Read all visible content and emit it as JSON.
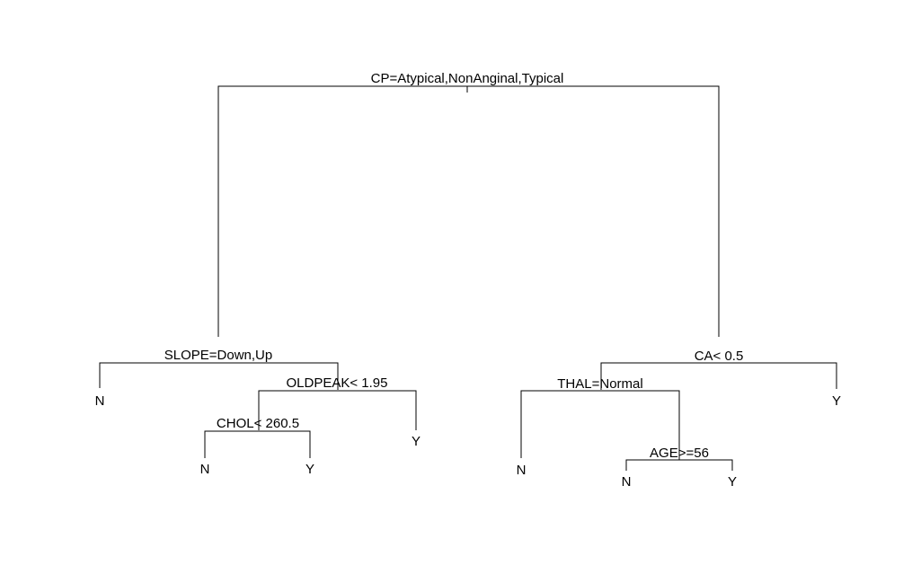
{
  "tree": {
    "type": "decision-tree",
    "root": {
      "split": "CP=Atypical,NonAnginal,Typical",
      "left": {
        "split": "SLOPE=Down,Up",
        "left": {
          "leaf": "N"
        },
        "right": {
          "split": "OLDPEAK< 1.95",
          "left": {
            "split": "CHOL< 260.5",
            "left": {
              "leaf": "N"
            },
            "right": {
              "leaf": "Y"
            }
          },
          "right": {
            "leaf": "Y"
          }
        }
      },
      "right": {
        "split": "CA< 0.5",
        "left": {
          "split": "THAL=Normal",
          "left": {
            "leaf": "N"
          },
          "right": {
            "split": "AGE>=56",
            "left": {
              "leaf": "N"
            },
            "right": {
              "leaf": "Y"
            }
          }
        },
        "right": {
          "leaf": "Y"
        }
      }
    }
  }
}
